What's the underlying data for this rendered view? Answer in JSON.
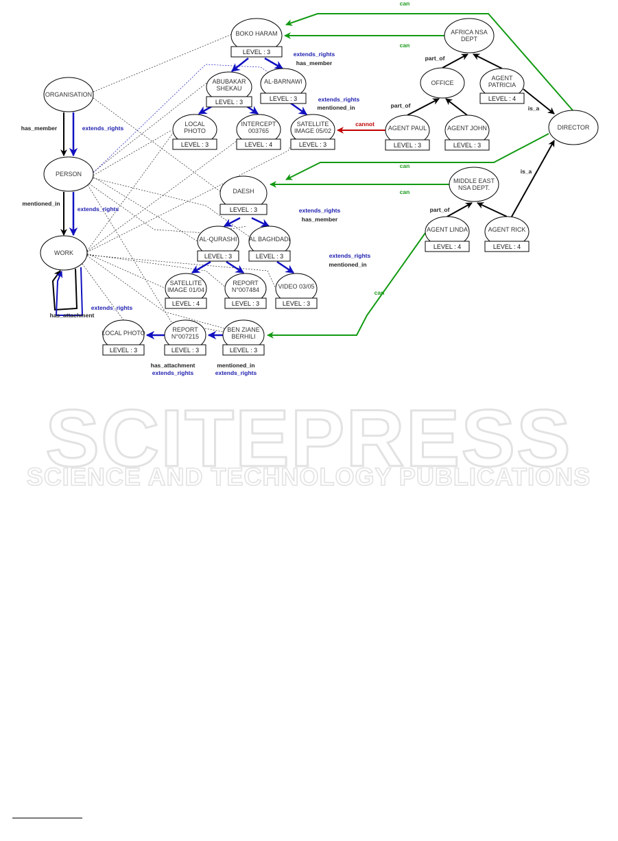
{
  "colors": {
    "blue": "#1010c0",
    "green": "#119911",
    "red": "#c00000",
    "black": "#000000",
    "label_blue": "#2020b0",
    "label_green": "#1a9a1a"
  },
  "nodes": [
    {
      "id": "boko",
      "lines": [
        "BOKO HARAM"
      ],
      "level": "LEVEL : 3"
    },
    {
      "id": "africa",
      "lines": [
        "AFRICA NSA",
        "DEPT"
      ]
    },
    {
      "id": "org",
      "lines": [
        "ORGANISATION"
      ]
    },
    {
      "id": "abubakar",
      "lines": [
        "ABUBAKAR",
        "SHEKAU"
      ],
      "level": "LEVEL : 3"
    },
    {
      "id": "barnawi",
      "lines": [
        "AL-BARNAWI"
      ],
      "level": "LEVEL : 3"
    },
    {
      "id": "office",
      "lines": [
        "OFFICE"
      ]
    },
    {
      "id": "patricia",
      "lines": [
        "AGENT",
        "PATRICIA"
      ],
      "level": "LEVEL : 4"
    },
    {
      "id": "localphoto1",
      "lines": [
        "LOCAL",
        "PHOTO"
      ],
      "level": "LEVEL : 3"
    },
    {
      "id": "intercept",
      "lines": [
        "INTERCEPT",
        "003765"
      ],
      "level": "LEVEL : 4"
    },
    {
      "id": "sat0502",
      "lines": [
        "SATELLITE",
        "IMAGE 05/02"
      ],
      "level": "LEVEL : 3"
    },
    {
      "id": "paul",
      "lines": [
        "AGENT PAUL"
      ],
      "level": "LEVEL : 3"
    },
    {
      "id": "john",
      "lines": [
        "AGENT JOHN"
      ],
      "level": "LEVEL : 3"
    },
    {
      "id": "director",
      "lines": [
        "DIRECTOR"
      ]
    },
    {
      "id": "person",
      "lines": [
        "PERSON"
      ]
    },
    {
      "id": "daesh",
      "lines": [
        "DAESH"
      ],
      "level": "LEVEL : 3"
    },
    {
      "id": "middleeast",
      "lines": [
        "MIDDLE EAST",
        "NSA DEPT."
      ]
    },
    {
      "id": "linda",
      "lines": [
        "AGENT LINDA"
      ],
      "level": "LEVEL : 4"
    },
    {
      "id": "rick",
      "lines": [
        "AGENT RICK"
      ],
      "level": "LEVEL : 4"
    },
    {
      "id": "work",
      "lines": [
        "WORK"
      ]
    },
    {
      "id": "qurashi",
      "lines": [
        "AL-QURASHI"
      ],
      "level": "LEVEL : 3"
    },
    {
      "id": "baghdadi",
      "lines": [
        "AL BAGHDADI"
      ],
      "level": "LEVEL : 3"
    },
    {
      "id": "sat0104",
      "lines": [
        "SATELLITE",
        "IMAGE 01/04"
      ],
      "level": "LEVEL : 4"
    },
    {
      "id": "report7484",
      "lines": [
        "REPORT",
        "N°007484"
      ],
      "level": "LEVEL : 3"
    },
    {
      "id": "video",
      "lines": [
        "VIDEO 03/05"
      ],
      "level": "LEVEL : 3"
    },
    {
      "id": "localphoto2",
      "lines": [
        "LOCAL PHOTO"
      ],
      "level": "LEVEL : 3"
    },
    {
      "id": "report7215",
      "lines": [
        "REPORT",
        "N°007215"
      ],
      "level": "LEVEL : 3"
    },
    {
      "id": "benziane",
      "lines": [
        "BEN ZIANE",
        "BERHILI"
      ],
      "level": "LEVEL : 3"
    }
  ],
  "edge_labels": [
    {
      "text": "can",
      "color": "green"
    },
    {
      "text": "can",
      "color": "green"
    },
    {
      "text": "extends_rights",
      "color": "blue"
    },
    {
      "text": "has_member",
      "color": "black"
    },
    {
      "text": "part_of",
      "color": "black"
    },
    {
      "text": "extends_rights",
      "color": "blue"
    },
    {
      "text": "mentioned_in",
      "color": "black"
    },
    {
      "text": "part_of",
      "color": "black"
    },
    {
      "text": "is_a",
      "color": "black"
    },
    {
      "text": "cannot",
      "color": "red"
    },
    {
      "text": "has_member",
      "color": "black"
    },
    {
      "text": "extends_rights",
      "color": "blue"
    },
    {
      "text": "can",
      "color": "green"
    },
    {
      "text": "can",
      "color": "green"
    },
    {
      "text": "is_a",
      "color": "black"
    },
    {
      "text": "mentioned_in",
      "color": "black"
    },
    {
      "text": "extends_rights",
      "color": "blue"
    },
    {
      "text": "extends_rights",
      "color": "blue"
    },
    {
      "text": "has_member",
      "color": "black"
    },
    {
      "text": "part_of",
      "color": "black"
    },
    {
      "text": "extends_rights",
      "color": "blue"
    },
    {
      "text": "mentioned_in",
      "color": "black"
    },
    {
      "text": "can",
      "color": "green"
    },
    {
      "text": "extends_rights",
      "color": "blue"
    },
    {
      "text": "has_attachment",
      "color": "black"
    },
    {
      "text": "has_attachment",
      "color": "black"
    },
    {
      "text": "extends_rights",
      "color": "blue"
    },
    {
      "text": "mentioned_in",
      "color": "black"
    },
    {
      "text": "extends_rights",
      "color": "blue"
    }
  ],
  "watermark": {
    "title": "SCITEPRESS",
    "subtitle": "SCIENCE AND TECHNOLOGY PUBLICATIONS"
  }
}
